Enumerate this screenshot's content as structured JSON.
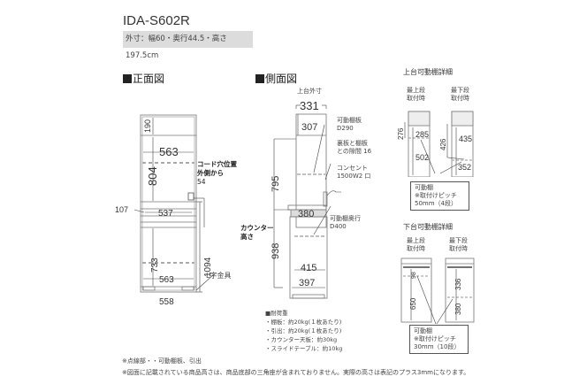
{
  "header": {
    "model": "IDA-S602R",
    "dimensions": "外寸：幅60・奥行44.5・高さ197.5cm"
  },
  "front_view": {
    "title": "正面図",
    "dims": {
      "top_height": "190",
      "upper_inner_width": "563",
      "upper_height": "804",
      "counter_gap": "107",
      "drawer_width": "537",
      "lower_height": "733",
      "lower_inner_width": "563",
      "total_right_height": "1094",
      "base_width": "558"
    },
    "labels": {
      "cord_hole_line1": "コード穴位置",
      "cord_hole_line2": "外側から",
      "cord_hole_value": "54",
      "l_bracket": "L字金具"
    }
  },
  "side_view": {
    "title": "側面図",
    "top_outer_label": "上台外寸",
    "dims": {
      "top_outer_depth": "331",
      "top_inner_depth": "307",
      "upper_height": "795",
      "counter_depth": "380",
      "lower_height": "938",
      "lower_inner_depth": "415",
      "base_depth": "397"
    },
    "labels": {
      "shelf_line1": "可動棚板",
      "shelf_line2": "D290",
      "gap_line1": "裏板と棚板",
      "gap_line2": "との隙間 16",
      "outlet_line1": "コンセント",
      "outlet_line2": "1500W2 口",
      "lower_shelf_line1": "可動棚奥行",
      "lower_shelf_line2": "D400",
      "counter_height_line1": "カウンター",
      "counter_height_line2": "高さ"
    }
  },
  "load_capacity": {
    "title": "耐荷重",
    "items": [
      "・棚板：約20kg(１枚あたり)",
      "・引出：約20kg(１枚あたり)",
      "・カウンター天板：約30kg",
      "・スライドテーブル：約10kg"
    ]
  },
  "upper_detail": {
    "title": "上台可動棚詳細",
    "left_caption_line1": "最上段",
    "left_caption_line2": "取付時",
    "right_caption_line1": "最下段",
    "right_caption_line2": "取付時",
    "dims": {
      "left_offset": "276",
      "left_top": "285",
      "left_bottom": "502",
      "right_offset": "426",
      "right_top": "435",
      "right_bottom": "352"
    },
    "note_line1": "可動棚",
    "note_line2": "※取付けピッチ",
    "note_line3": "50mm（4段）"
  },
  "lower_detail": {
    "title": "下台可動棚詳細",
    "left_caption_line1": "最上段",
    "left_caption_line2": "取付時",
    "right_caption_line1": "最下段",
    "right_caption_line2": "取付時",
    "dims": {
      "left_top": "98",
      "left_bottom": "650",
      "right_top": "336",
      "right_bottom": "380"
    },
    "note_line1": "可動棚",
    "note_line2": "※取付けピッチ",
    "note_line3": "30mm（10段）"
  },
  "footer": {
    "note1": "※点線部・・可動棚板、引出",
    "note2": "※図面に記載されている商品高さは、商品底部の三角座が含まれておりません。実際の高さは表記のプラス3mmになります。"
  }
}
